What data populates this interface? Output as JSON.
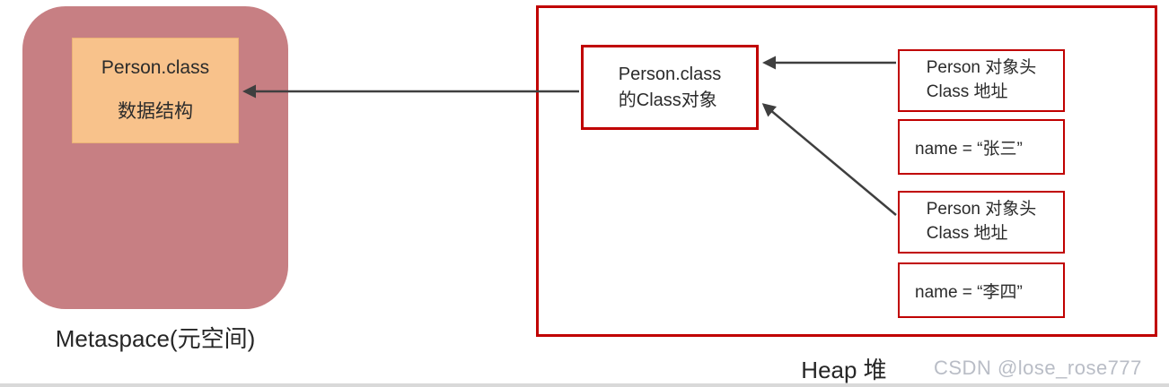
{
  "metaspace": {
    "label": "Metaspace(元空间)",
    "class_box": {
      "line1": "Person.class",
      "line2": "数据结构"
    }
  },
  "heap": {
    "label": "Heap 堆",
    "class_object_box": {
      "line1": "Person.class",
      "line2": "的Class对象"
    },
    "objects": [
      {
        "header_line1": "Person 对象头",
        "header_line2": "Class 地址",
        "field": "name = “张三”"
      },
      {
        "header_line1": "Person 对象头",
        "header_line2": "Class 地址",
        "field": "name = “李四”"
      }
    ]
  },
  "watermark": "CSDN @lose_rose777",
  "colors": {
    "metaspace_bg": "#c77f83",
    "class_box_bg": "#f8c28b",
    "heap_border": "#c00000",
    "arrow": "#3f3f3f",
    "watermark_text": "#b9bdc6"
  }
}
